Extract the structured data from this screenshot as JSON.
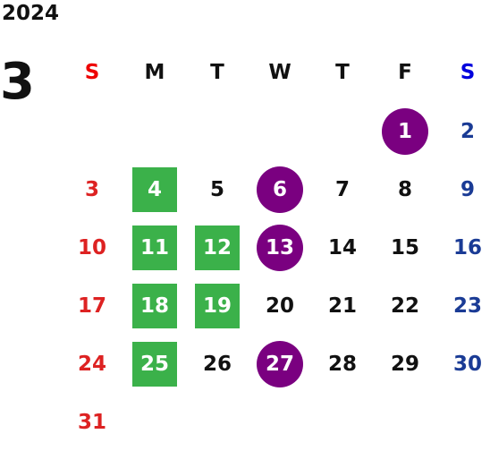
{
  "calendar": {
    "year": "2024",
    "month": "3",
    "weekdays": [
      "S",
      "M",
      "T",
      "W",
      "T",
      "F",
      "S"
    ],
    "weeks": [
      [
        {
          "day": "",
          "mark": ""
        },
        {
          "day": "",
          "mark": ""
        },
        {
          "day": "",
          "mark": ""
        },
        {
          "day": "",
          "mark": ""
        },
        {
          "day": "",
          "mark": ""
        },
        {
          "day": "1",
          "mark": "purple"
        },
        {
          "day": "2",
          "mark": ""
        }
      ],
      [
        {
          "day": "3",
          "mark": ""
        },
        {
          "day": "4",
          "mark": "green"
        },
        {
          "day": "5",
          "mark": ""
        },
        {
          "day": "6",
          "mark": "purple"
        },
        {
          "day": "7",
          "mark": ""
        },
        {
          "day": "8",
          "mark": ""
        },
        {
          "day": "9",
          "mark": ""
        }
      ],
      [
        {
          "day": "10",
          "mark": ""
        },
        {
          "day": "11",
          "mark": "green"
        },
        {
          "day": "12",
          "mark": "green"
        },
        {
          "day": "13",
          "mark": "purple"
        },
        {
          "day": "14",
          "mark": ""
        },
        {
          "day": "15",
          "mark": ""
        },
        {
          "day": "16",
          "mark": ""
        }
      ],
      [
        {
          "day": "17",
          "mark": ""
        },
        {
          "day": "18",
          "mark": "green"
        },
        {
          "day": "19",
          "mark": "green"
        },
        {
          "day": "20",
          "mark": ""
        },
        {
          "day": "21",
          "mark": ""
        },
        {
          "day": "22",
          "mark": ""
        },
        {
          "day": "23",
          "mark": ""
        }
      ],
      [
        {
          "day": "24",
          "mark": ""
        },
        {
          "day": "25",
          "mark": "green"
        },
        {
          "day": "26",
          "mark": ""
        },
        {
          "day": "27",
          "mark": "purple"
        },
        {
          "day": "28",
          "mark": ""
        },
        {
          "day": "29",
          "mark": ""
        },
        {
          "day": "30",
          "mark": ""
        }
      ],
      [
        {
          "day": "31",
          "mark": ""
        },
        {
          "day": "",
          "mark": ""
        },
        {
          "day": "",
          "mark": ""
        },
        {
          "day": "",
          "mark": ""
        },
        {
          "day": "",
          "mark": ""
        },
        {
          "day": "",
          "mark": ""
        },
        {
          "day": "",
          "mark": ""
        }
      ]
    ]
  },
  "colors": {
    "sunday": "#dd2222",
    "saturday": "#1a3b95",
    "green_mark": "#3bb14a",
    "purple_mark": "#7a0080"
  }
}
